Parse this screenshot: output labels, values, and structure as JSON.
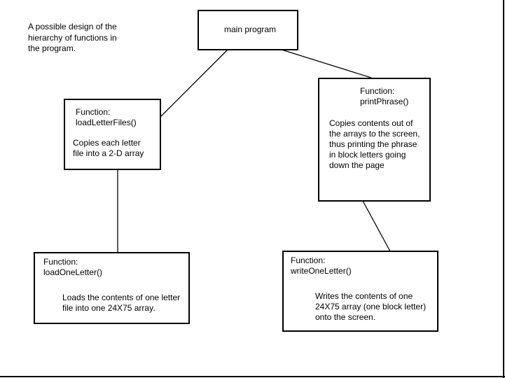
{
  "caption": {
    "line1": "A possible design of the",
    "line2": "hierarchy of functions in",
    "line3": "the program."
  },
  "main": {
    "label": "main program"
  },
  "load_letter_files": {
    "kind": "Function:",
    "name": "loadLetterFiles()",
    "desc1": "Copies each letter",
    "desc2": "file into a 2-D array"
  },
  "print_phrase": {
    "kind": "Function:",
    "name": "printPhrase()",
    "desc1": "Copies contents out of",
    "desc2": "the arrays to the screen,",
    "desc3": "thus printing the phrase",
    "desc4": "in block letters going",
    "desc5": "down the page"
  },
  "load_one_letter": {
    "kind": "Function:",
    "name": "loadOneLetter()",
    "desc1": "Loads the contents of one letter",
    "desc2": "file into one 24X75 array."
  },
  "write_one_letter": {
    "kind": "Function:",
    "name": "writeOneLetter()",
    "desc1": "Writes the contents of one",
    "desc2": "24X75 array (one block letter)",
    "desc3": "onto the screen."
  }
}
